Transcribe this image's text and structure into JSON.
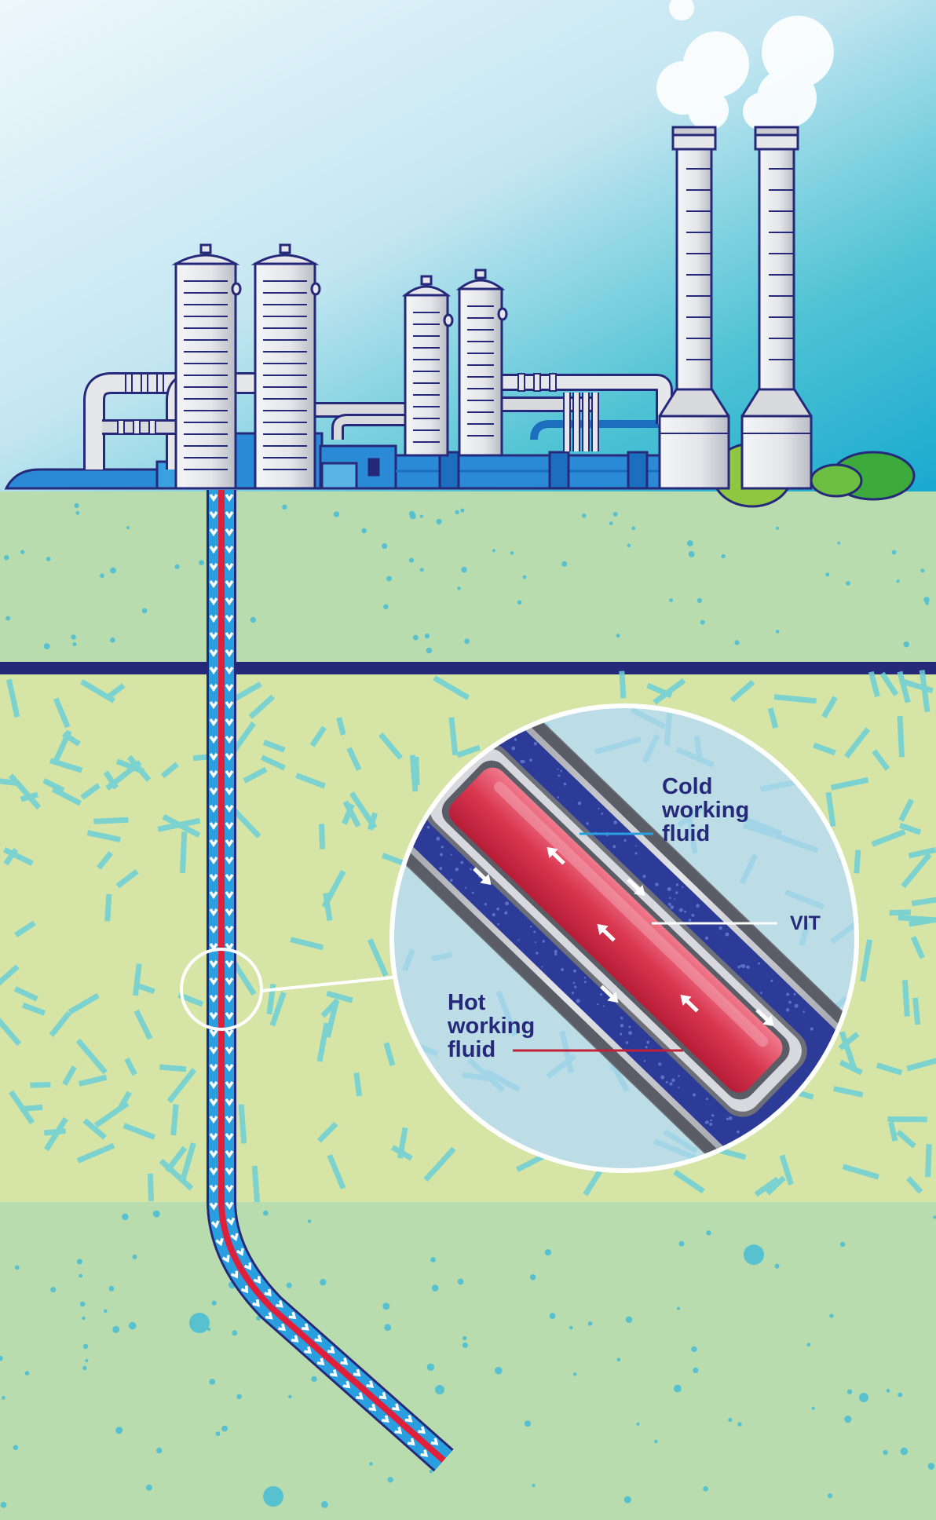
{
  "labels": {
    "cold": [
      "Cold",
      "working",
      "fluid"
    ],
    "vit": "VIT",
    "hot": [
      "Hot",
      "working",
      "fluid"
    ]
  },
  "colors": {
    "sky_top": "#eaf6fc",
    "sky_bottom": "#2bb3cf",
    "topsoil": "#b9dcae",
    "rock_layer": "#d6e5a6",
    "deep_layer": "#b9dcae",
    "boundary": "#26297a",
    "cold_fluid": "#2a9fe0",
    "hot_fluid": "#e0203a",
    "label_text": "#26297a",
    "steel": "#c9cbd1"
  },
  "icons": {
    "arrow": "direction-arrow-icon",
    "smoke": "smoke-cloud-icon"
  }
}
